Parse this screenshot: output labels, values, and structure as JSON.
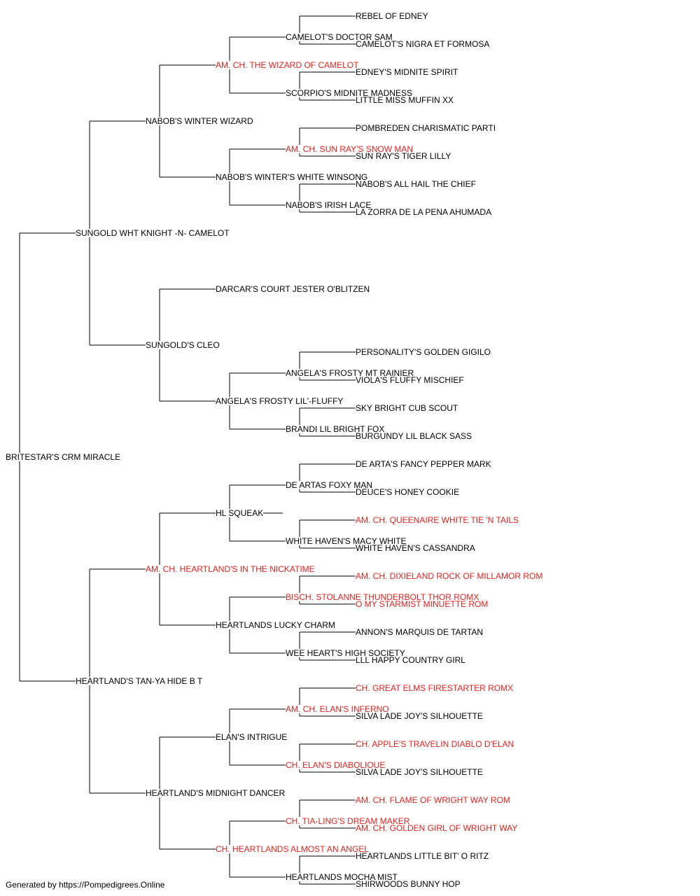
{
  "colors": {
    "champion": "#e8201b",
    "normal": "#000000",
    "line": "#000000"
  },
  "subject": {
    "name": "BRITESTAR'S CRM MIRACLE",
    "champion": false
  },
  "generations": [
    [
      {
        "name": "SUNGOLD WHT KNIGHT -N- CAMELOT",
        "champion": false
      },
      {
        "name": "HEARTLAND'S TAN-YA HIDE B T",
        "champion": false
      }
    ],
    [
      {
        "name": "NABOB'S WINTER WIZARD",
        "champion": false
      },
      {
        "name": "SUNGOLD'S CLEO",
        "champion": false
      },
      {
        "name": "AM. CH. HEARTLAND'S IN THE NICKATIME",
        "champion": true
      },
      {
        "name": "HEARTLAND'S MIDNIGHT DANCER",
        "champion": false
      }
    ],
    [
      {
        "name": "AM. CH. THE WIZARD OF CAMELOT",
        "champion": true
      },
      {
        "name": "NABOB'S WINTER'S WHITE WINSONG",
        "champion": false
      },
      {
        "name": "DARCAR'S COURT JESTER O'BLITZEN",
        "champion": false
      },
      {
        "name": "ANGELA'S FROSTY LIL'-FLUFFY",
        "champion": false
      },
      {
        "name": "HL SQUEAK",
        "champion": false
      },
      {
        "name": "HEARTLANDS LUCKY CHARM",
        "champion": false
      },
      {
        "name": "ELAN'S INTRIGUE",
        "champion": false
      },
      {
        "name": "CH. HEARTLANDS ALMOST AN ANGEL",
        "champion": true
      }
    ],
    [
      {
        "name": "CAMELOT'S DOCTOR SAM",
        "champion": false
      },
      {
        "name": "SCORPIO'S MIDNITE MADNESS",
        "champion": false
      },
      {
        "name": "AM. CH. SUN RAY'S SNOW MAN",
        "champion": true
      },
      {
        "name": "NABOB'S IRISH LACE",
        "champion": false
      },
      null,
      null,
      {
        "name": "ANGELA'S FROSTY MT RAINIER",
        "champion": false
      },
      {
        "name": "BRANDI LIL BRIGHT FOX",
        "champion": false
      },
      {
        "name": "DE ARTAS FOXY MAN",
        "champion": false
      },
      {
        "name": "WHITE HAVEN'S MACY WHITE",
        "champion": false
      },
      {
        "name": "BISCH. STOLANNE THUNDERBOLT THOR ROMX",
        "champion": true
      },
      {
        "name": "WEE HEART'S HIGH SOCIETY",
        "champion": false
      },
      {
        "name": "AM. CH. ELAN'S INFERNO",
        "champion": true
      },
      {
        "name": "CH. ELAN'S DIABOLIQUE",
        "champion": true
      },
      {
        "name": "CH. TIA-LING'S DREAM MAKER",
        "champion": true
      },
      {
        "name": "HEARTLANDS MOCHA MIST",
        "champion": false
      }
    ],
    [
      {
        "name": "REBEL OF EDNEY",
        "champion": false
      },
      {
        "name": "CAMELOT'S NIGRA ET FORMOSA",
        "champion": false
      },
      {
        "name": "EDNEY'S MIDNITE SPIRIT",
        "champion": false
      },
      {
        "name": "LITTLE MISS MUFFIN XX",
        "champion": false
      },
      {
        "name": "POMBREDEN CHARISMATIC PARTI",
        "champion": false
      },
      {
        "name": "SUN RAY'S TIGER LILLY",
        "champion": false
      },
      {
        "name": "NABOB'S ALL HAIL THE CHIEF",
        "champion": false
      },
      {
        "name": "LA ZORRA DE LA PENA AHUMADA",
        "champion": false
      },
      null,
      null,
      null,
      null,
      {
        "name": "PERSONALITY'S GOLDEN GIGILO",
        "champion": false
      },
      {
        "name": "VIOLA'S FLUFFY MISCHIEF",
        "champion": false
      },
      {
        "name": "SKY BRIGHT CUB SCOUT",
        "champion": false
      },
      {
        "name": "BURGUNDY LIL BLACK SASS",
        "champion": false
      },
      {
        "name": "DE ARTA'S FANCY PEPPER MARK",
        "champion": false
      },
      {
        "name": "DEUCE'S HONEY COOKIE",
        "champion": false
      },
      {
        "name": "AM. CH. QUEENAIRE WHITE TIE 'N TAILS",
        "champion": true
      },
      {
        "name": "WHITE HAVEN'S CASSANDRA",
        "champion": false
      },
      {
        "name": "AM. CH. DIXIELAND ROCK OF MILLAMOR ROM",
        "champion": true
      },
      {
        "name": "O MY STARMIST MINUETTE ROM",
        "champion": true
      },
      {
        "name": "ANNON'S MARQUIS DE TARTAN",
        "champion": false
      },
      {
        "name": "LLL HAPPY COUNTRY GIRL",
        "champion": false
      },
      {
        "name": "CH. GREAT ELMS FIRESTARTER ROMX",
        "champion": true
      },
      {
        "name": "SILVA LADE JOY'S SILHOUETTE",
        "champion": false
      },
      {
        "name": "CH. APPLE'S TRAVELIN DIABLO D'ELAN",
        "champion": true
      },
      {
        "name": "SILVA LADE JOY'S SILHOUETTE",
        "champion": false
      },
      {
        "name": "AM. CH. FLAME OF WRIGHT WAY ROM",
        "champion": true
      },
      {
        "name": "AM. CH. GOLDEN GIRL OF WRIGHT WAY",
        "champion": true
      },
      {
        "name": "HEARTLANDS LITTLE BIT' O RITZ",
        "champion": false
      },
      {
        "name": "SHIRWOODS BUNNY HOP",
        "champion": false
      }
    ]
  ],
  "footer": "Generated by https://Pompedigrees.Online"
}
